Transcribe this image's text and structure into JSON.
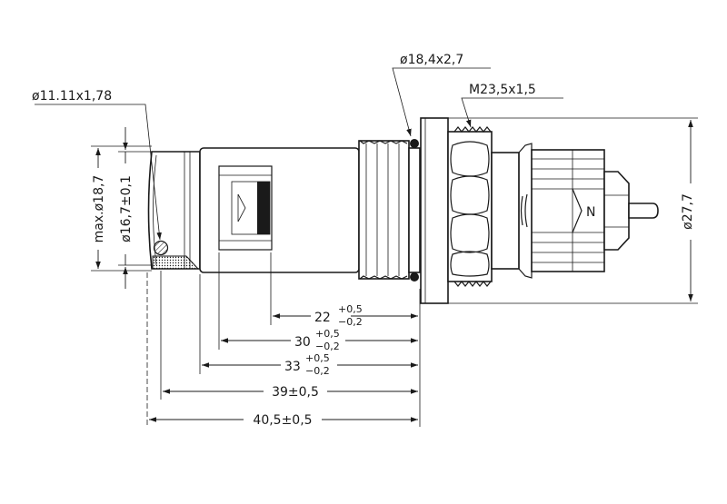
{
  "dimensions": {
    "oring_small": "ø11.11x1,78",
    "oring_large": "ø18,4x2,7",
    "thread": "M23,5x1,5",
    "outer_diameter": "ø27,7",
    "max_diameter": "max.ø18,7",
    "inner_diameter": "ø16,7±0,1",
    "len_22": {
      "base": "22",
      "tol_plus": "+0,5",
      "tol_minus": "−0,2"
    },
    "len_30": {
      "base": "30",
      "tol_plus": "+0,5",
      "tol_minus": "−0,2"
    },
    "len_33": {
      "base": "33",
      "tol_plus": "+0,5",
      "tol_minus": "−0,2"
    },
    "len_39": "39±0,5",
    "len_40_5": "40,5±0,5"
  },
  "marking": {
    "knob_letter": "N"
  },
  "colors": {
    "ink": "#1a1a1a",
    "background": "#ffffff"
  }
}
